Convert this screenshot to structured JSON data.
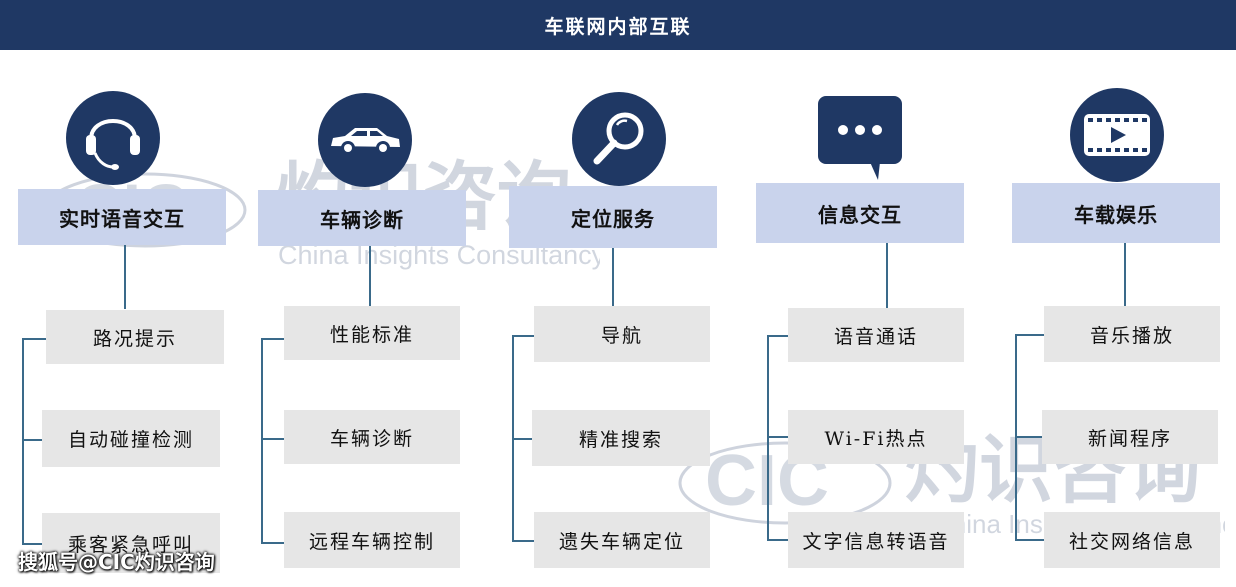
{
  "title": "车联网内部互联",
  "columns": [
    {
      "category": "实时语音交互",
      "icon": "headset-icon",
      "items": [
        "路况提示",
        "自动碰撞检测",
        "乘客紧急呼叫"
      ]
    },
    {
      "category": "车辆诊断",
      "icon": "car-icon",
      "items": [
        "性能标准",
        "车辆诊断",
        "远程车辆控制"
      ]
    },
    {
      "category": "定位服务",
      "icon": "magnifier-icon",
      "items": [
        "导航",
        "精准搜索",
        "遗失车辆定位"
      ]
    },
    {
      "category": "信息交互",
      "icon": "chat-bubble-icon",
      "items": [
        "语音通话",
        "Wi-Fi热点",
        "文字信息转语音"
      ]
    },
    {
      "category": "车载娱乐",
      "icon": "video-film-icon",
      "items": [
        "音乐播放",
        "新闻程序",
        "社交网络信息"
      ]
    }
  ],
  "watermark": {
    "logo": "CIC",
    "chinese": "灼识咨询",
    "english": "China Insights Consultancy"
  },
  "credit": "搜狐号@CIC灼识咨询",
  "colors": {
    "navy": "#1f3864",
    "category_fill": "#c9d3ec",
    "item_fill": "#e6e6e6",
    "connector": "#3a6a8a"
  }
}
